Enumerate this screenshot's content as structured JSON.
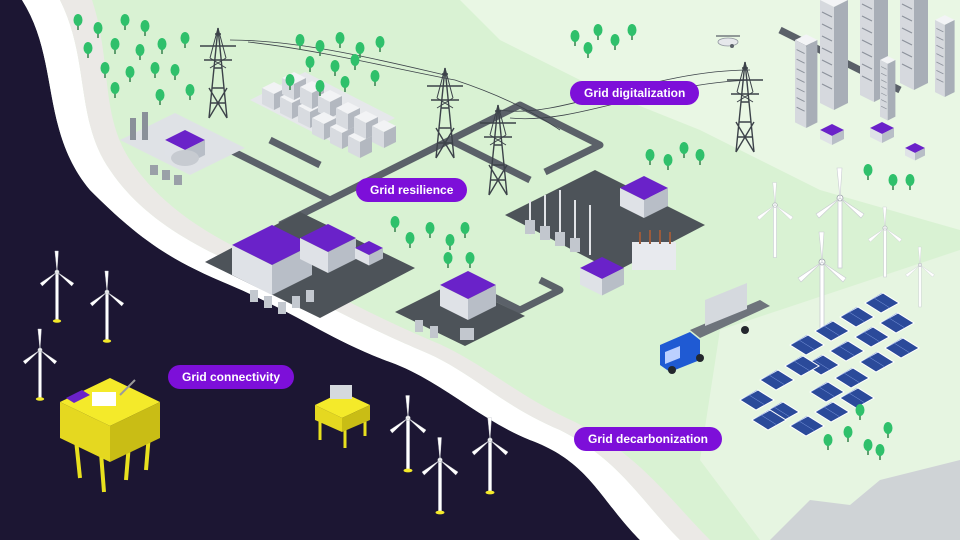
{
  "colors": {
    "accent": "#7d0fd9",
    "land": "#d9f2d3",
    "sea": "#1c1633",
    "road": "#5b6169",
    "pad": "#4d5359",
    "building": "#ecedf0",
    "roof": "#6a22c9",
    "platform": "#f4ea2a",
    "tree": "#2fc06b",
    "panel": "#2b4a9a",
    "truck": "#1f5ad3"
  },
  "labels": {
    "resilience": "Grid resilience",
    "digitalization": "Grid digitalization",
    "connectivity": "Grid connectivity",
    "decarbonization": "Grid decarbonization"
  }
}
